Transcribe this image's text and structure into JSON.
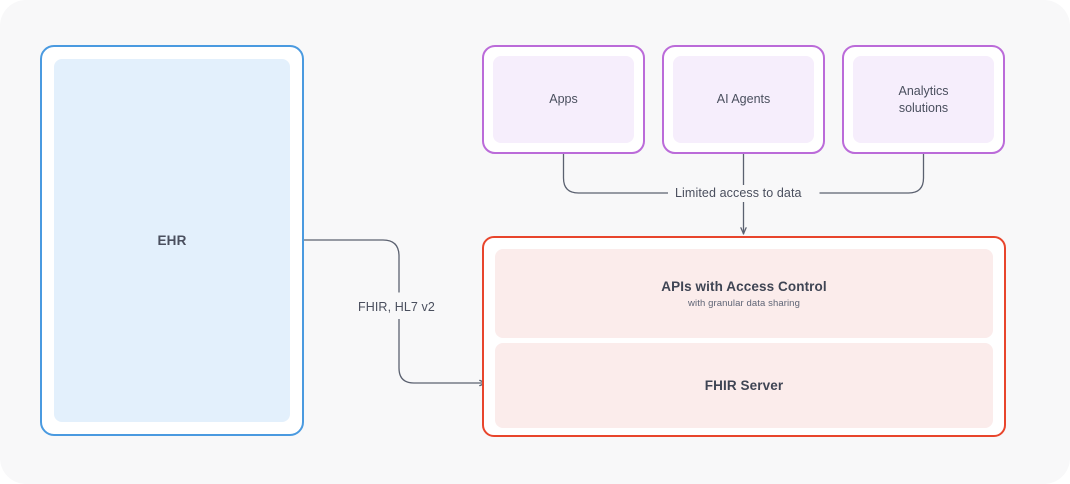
{
  "diagram": {
    "background_color": "#f8f8f9",
    "text_color": "#4a4f5e"
  },
  "ehr": {
    "label": "EHR",
    "border_color": "#4a9ae0",
    "fill_color": "#e3f0fc"
  },
  "consumers": {
    "border_color": "#bb6bd9",
    "fill_color": "#f6eefc",
    "items": [
      {
        "label": "Apps"
      },
      {
        "label": "AI Agents"
      },
      {
        "label": "Analytics solutions"
      }
    ]
  },
  "platform": {
    "border_color": "#e8452c",
    "fill_color": "#fbeceb",
    "panels": [
      {
        "title": "APIs with Access Control",
        "subtitle": "with granular data sharing"
      },
      {
        "title": "FHIR Server",
        "subtitle": ""
      }
    ]
  },
  "edges": {
    "line_color": "#5b6170",
    "limited_access_label": "Limited access to data",
    "fhir_hl7_label": "FHIR, HL7 v2"
  }
}
